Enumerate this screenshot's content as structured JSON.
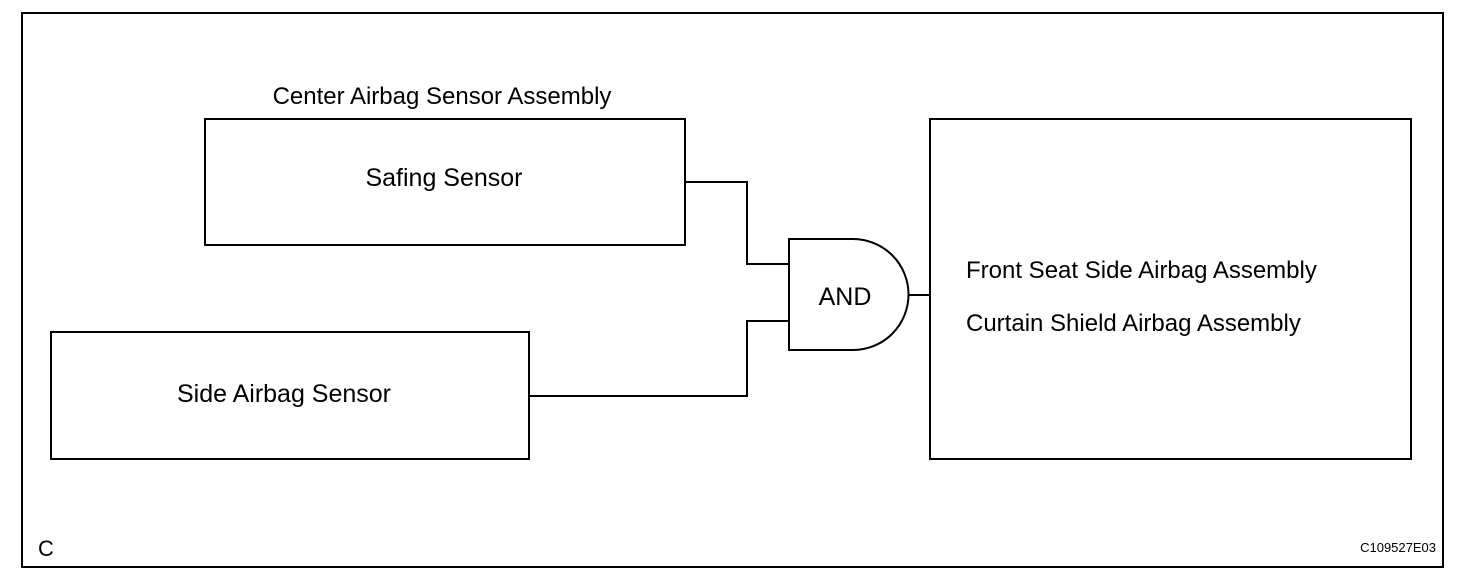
{
  "labels": {
    "assembly_title": "Center Airbag Sensor Assembly",
    "safing_sensor": "Safing Sensor",
    "side_airbag_sensor": "Side Airbag Sensor",
    "and_gate": "AND",
    "front_seat_side_airbag": "Front Seat Side Airbag Assembly",
    "curtain_shield_airbag": "Curtain Shield Airbag Assembly",
    "corner_letter": "C",
    "figure_code": "C109527E03"
  },
  "colors": {
    "line": "#000000",
    "background": "#ffffff"
  }
}
